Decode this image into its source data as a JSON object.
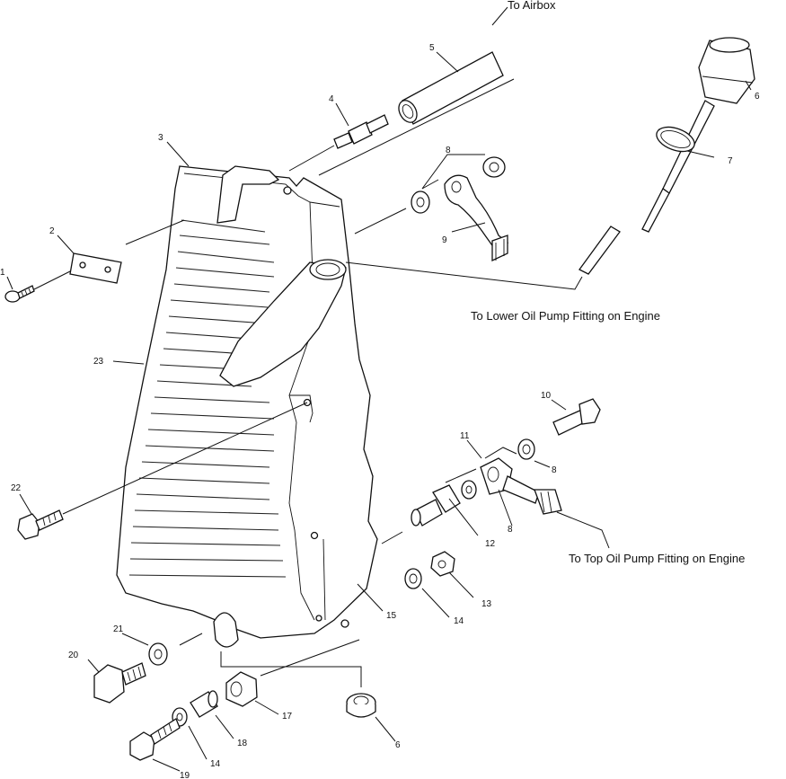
{
  "diagram": {
    "notes": {
      "to_airbox": "To Airbox",
      "to_lower_pump": "To Lower Oil Pump Fitting on Engine",
      "to_top_pump": "To Top Oil Pump Fitting on Engine"
    },
    "callouts": {
      "c1": "1",
      "c2": "2",
      "c3": "3",
      "c4": "4",
      "c5": "5",
      "c6": "6",
      "c7": "7",
      "c8a": "8",
      "c9": "9",
      "c10": "10",
      "c11": "11",
      "c8b": "8",
      "c8c": "8",
      "c12": "12",
      "c13": "13",
      "c14a": "14",
      "c15": "15",
      "c6b": "6",
      "c17": "17",
      "c18": "18",
      "c14b": "14",
      "c19": "19",
      "c20": "20",
      "c21": "21",
      "c22": "22",
      "c23": "23"
    }
  }
}
